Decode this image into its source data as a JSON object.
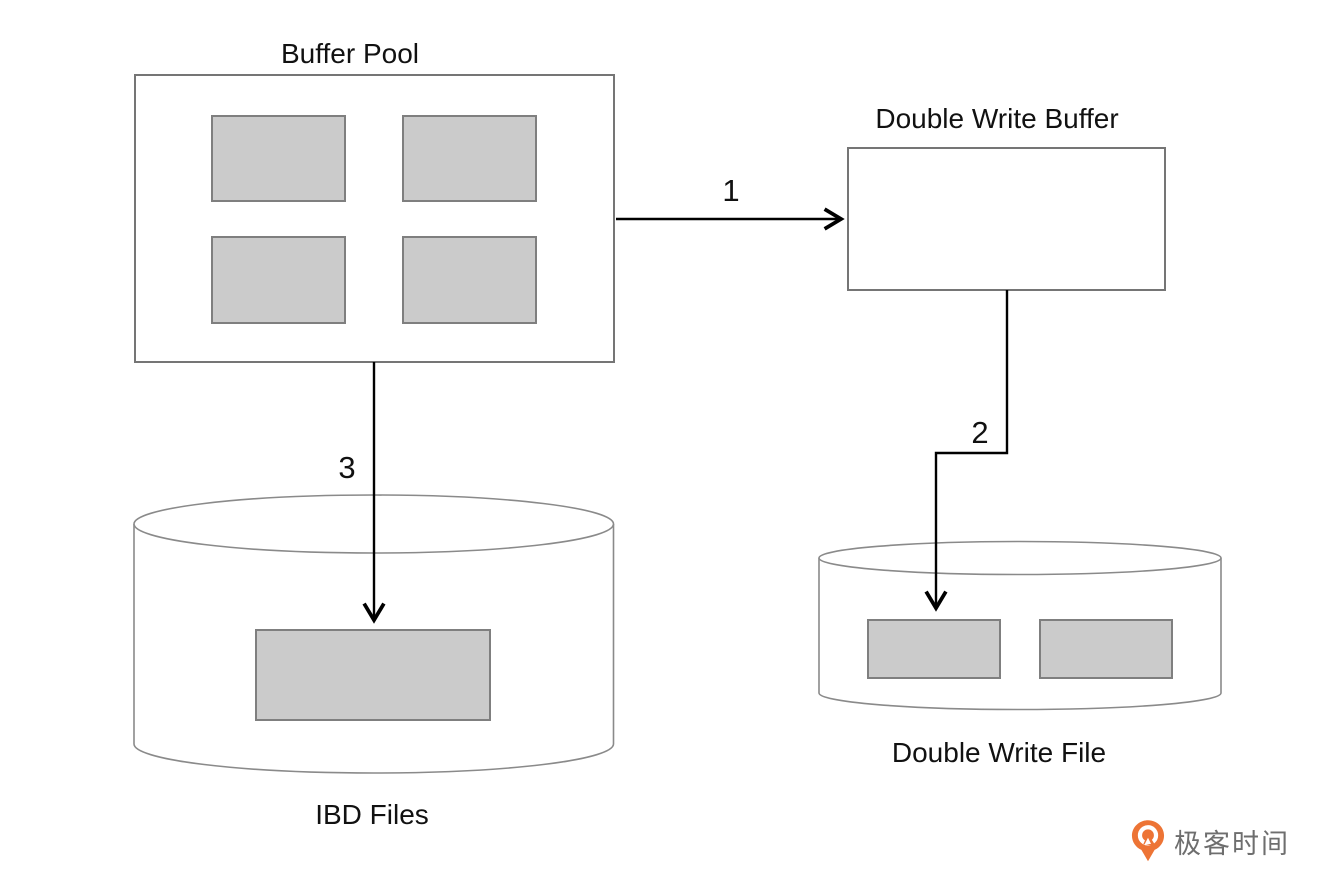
{
  "nodes": {
    "buffer_pool": {
      "label": "Buffer Pool",
      "page_count": 4
    },
    "double_write_buffer": {
      "label": "Double Write Buffer",
      "page_count": 0
    },
    "ibd_files": {
      "label": "IBD Files",
      "page_count": 1
    },
    "double_write_file": {
      "label": "Double Write File",
      "page_count": 2
    }
  },
  "arrows": [
    {
      "label": "1",
      "from": "buffer_pool",
      "to": "double_write_buffer"
    },
    {
      "label": "2",
      "from": "double_write_buffer",
      "to": "double_write_file"
    },
    {
      "label": "3",
      "from": "buffer_pool",
      "to": "ibd_files"
    }
  ],
  "watermark": {
    "text": "极客时间"
  },
  "colors": {
    "background": "#ffffff",
    "page_fill": "#cbcbcb",
    "page_border": "#7f7f7f",
    "box_border": "#757575",
    "cylinder_stroke": "#8a8a8a",
    "arrow": "#000000",
    "text": "#111111",
    "logo_orange": "#ed7435",
    "logo_text_gray": "#6e6e6e"
  }
}
